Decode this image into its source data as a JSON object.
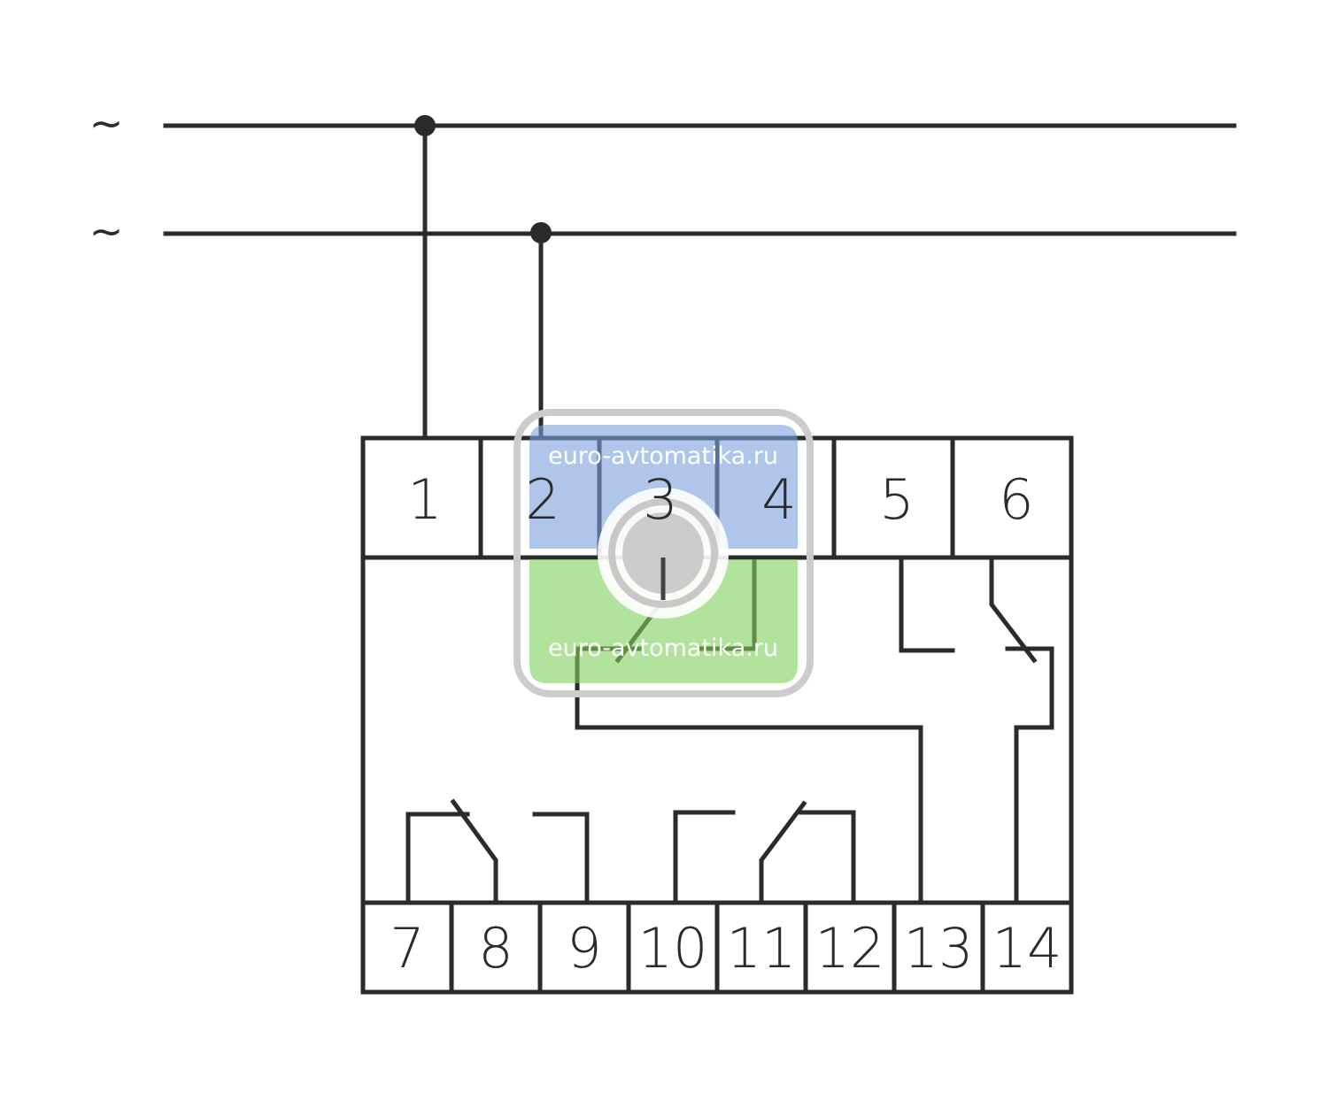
{
  "phases": [
    "~",
    "~"
  ],
  "top_terminals": [
    "1",
    "2",
    "3",
    "4",
    "5",
    "6"
  ],
  "bottom_terminals": [
    "7",
    "8",
    "9",
    "10",
    "11",
    "12",
    "13",
    "14"
  ],
  "watermark": {
    "text_top": "euro-avtomatika.ru",
    "text_bottom": "euro-avtomatika.ru"
  },
  "colors": {
    "line": "#2b2b2b",
    "watermark_blue": "#aec4e8",
    "watermark_green": "#b4e29a",
    "watermark_gray": "#cccccc"
  }
}
